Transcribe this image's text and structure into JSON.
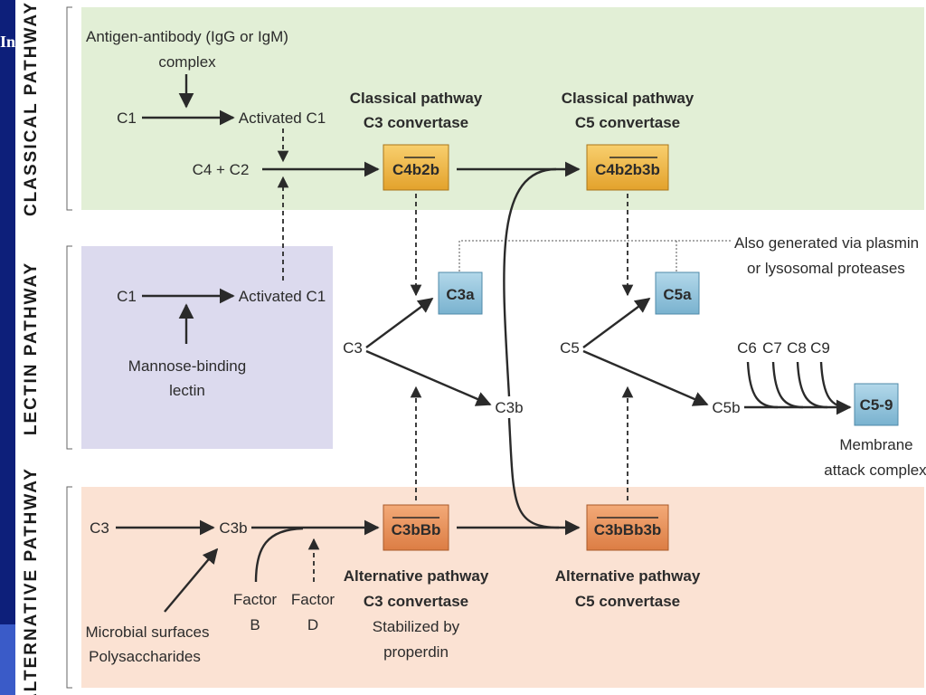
{
  "slide": {
    "title_fragment": "In"
  },
  "panels": {
    "classical": "CLASSICAL PATHWAY",
    "lectin": "LECTIN PATHWAY",
    "alternative": "ALTERNATIVE PATHWAY"
  },
  "classical": {
    "antigen_line1": "Antigen-antibody (IgG or IgM)",
    "antigen_line2": "complex",
    "c1": "C1",
    "activated_c1": "Activated C1",
    "c4_c2": "C4 + C2",
    "c3_conv_title1": "Classical pathway",
    "c3_conv_title2": "C3 convertase",
    "c3_conv_box_prefix": "C",
    "c3_conv_box_over": "4b2b",
    "c5_conv_title1": "Classical pathway",
    "c5_conv_title2": "C5 convertase",
    "c5_conv_box_prefix": "C",
    "c5_conv_box_over": "4b2b3b"
  },
  "lectin": {
    "c1": "C1",
    "activated_c1": "Activated C1",
    "mbl_line1": "Mannose-binding",
    "mbl_line2": "lectin"
  },
  "middle": {
    "c3": "C3",
    "c3a": "C3a",
    "c3b": "C3b",
    "c5": "C5",
    "c5a": "C5a",
    "c5b": "C5b",
    "c6": "C6",
    "c7": "C7",
    "c8": "C8",
    "c9": "C9",
    "mac_box": "C5-9",
    "mac_line1": "Membrane",
    "mac_line2": "attack complex",
    "note_line1": "Also generated via plasmin",
    "note_line2": "or lysosomal proteases"
  },
  "alternative": {
    "c3": "C3",
    "c3b": "C3b",
    "microbial_line1": "Microbial surfaces",
    "microbial_line2": "Polysaccharides",
    "factor_b_line1": "Factor",
    "factor_b_line2": "B",
    "factor_d_line1": "Factor",
    "factor_d_line2": "D",
    "c3_conv_box": "C3bBb",
    "c3_conv_title1": "Alternative pathway",
    "c3_conv_title2": "C3 convertase",
    "c3_conv_note1": "Stabilized by",
    "c3_conv_note2": "properdin",
    "c5_conv_box": "C3bBb3b",
    "c5_conv_title1": "Alternative pathway",
    "c5_conv_title2": "C5 convertase"
  },
  "colors": {
    "slide_blue": "#0d1f7a",
    "classical_bg": "#e2efd6",
    "lectin_bg": "#dcdaee",
    "alternative_bg": "#fbe2d3",
    "convertase_yellow": "#f0b13c",
    "convertase_orange": "#e89058",
    "product_blue": "#8cc2dc"
  }
}
